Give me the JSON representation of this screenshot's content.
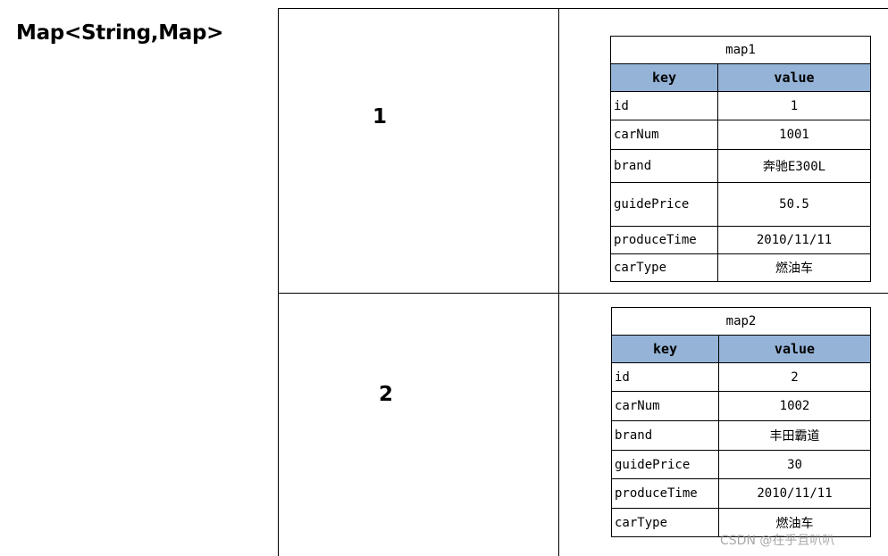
{
  "title": "Map<String,Map>",
  "rows": [
    {
      "key": "1",
      "map_name": "map1",
      "header": {
        "key": "key",
        "value": "value"
      },
      "entries": [
        {
          "key": "id",
          "value": "1"
        },
        {
          "key": "carNum",
          "value": "1001"
        },
        {
          "key": "brand",
          "value": "奔驰E300L"
        },
        {
          "key": "guidePrice",
          "value": "50.5"
        },
        {
          "key": "produceTime",
          "value": "2010/11/11"
        },
        {
          "key": "carType",
          "value": "燃油车"
        }
      ]
    },
    {
      "key": "2",
      "map_name": "map2",
      "header": {
        "key": "key",
        "value": "value"
      },
      "entries": [
        {
          "key": "id",
          "value": "2"
        },
        {
          "key": "carNum",
          "value": "1002"
        },
        {
          "key": "brand",
          "value": "丰田霸道"
        },
        {
          "key": "guidePrice",
          "value": "30"
        },
        {
          "key": "produceTime",
          "value": "2010/11/11"
        },
        {
          "key": "carType",
          "value": "燃油车"
        }
      ]
    }
  ],
  "watermark": "CSDN @在乎且叭叭",
  "colors": {
    "header_fill": "#95b3d7",
    "border": "#000000"
  }
}
